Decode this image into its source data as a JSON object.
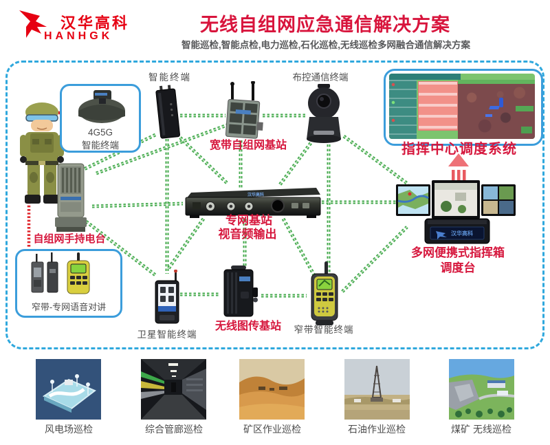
{
  "brand": {
    "name_cn": "汉华高科",
    "name_en": "HANHGK",
    "color": "#e60012"
  },
  "header": {
    "title": "无线自组网应急通信解决方案",
    "subtitle": "智能巡检,智能点检,电力巡检,石化巡检,无线巡检多网融合通信解决方案"
  },
  "nodes": {
    "helmet_terminal": {
      "line1": "4G5G",
      "line2": "智能终端"
    },
    "smart_terminal": {
      "label": "智能终端"
    },
    "broadband_base": {
      "label": "宽带自组网基站"
    },
    "surveillance_terminal": {
      "label": "布控通信终端"
    },
    "command_center": {
      "label": "指挥中心调度系统"
    },
    "handheld_radio": {
      "label": "自组网手持电台"
    },
    "voice_intercom": {
      "label": "窄带-专网语音对讲"
    },
    "private_base": {
      "line1": "专网基站",
      "line2": "视音频输出"
    },
    "satellite_terminal": {
      "label": "卫星智能终端"
    },
    "video_base": {
      "label": "无线图传基站"
    },
    "narrowband_terminal": {
      "label": "窄带智能终端"
    },
    "command_case": {
      "line1": "多网便携式指挥箱",
      "line2": "调度台"
    }
  },
  "apps": [
    {
      "label": "风电场巡检"
    },
    {
      "label": "综合管廊巡检"
    },
    {
      "label": "矿区作业巡检"
    },
    {
      "label": "石油作业巡检"
    },
    {
      "label": "煤矿 无线巡检"
    }
  ],
  "colors": {
    "accent_red": "#d6173d",
    "brand_red": "#e60012",
    "link_green": "#43a94e",
    "border_blue": "#2fa8dd",
    "subbox_blue": "#3b9ddb",
    "label_gray": "#4d4d4d"
  }
}
